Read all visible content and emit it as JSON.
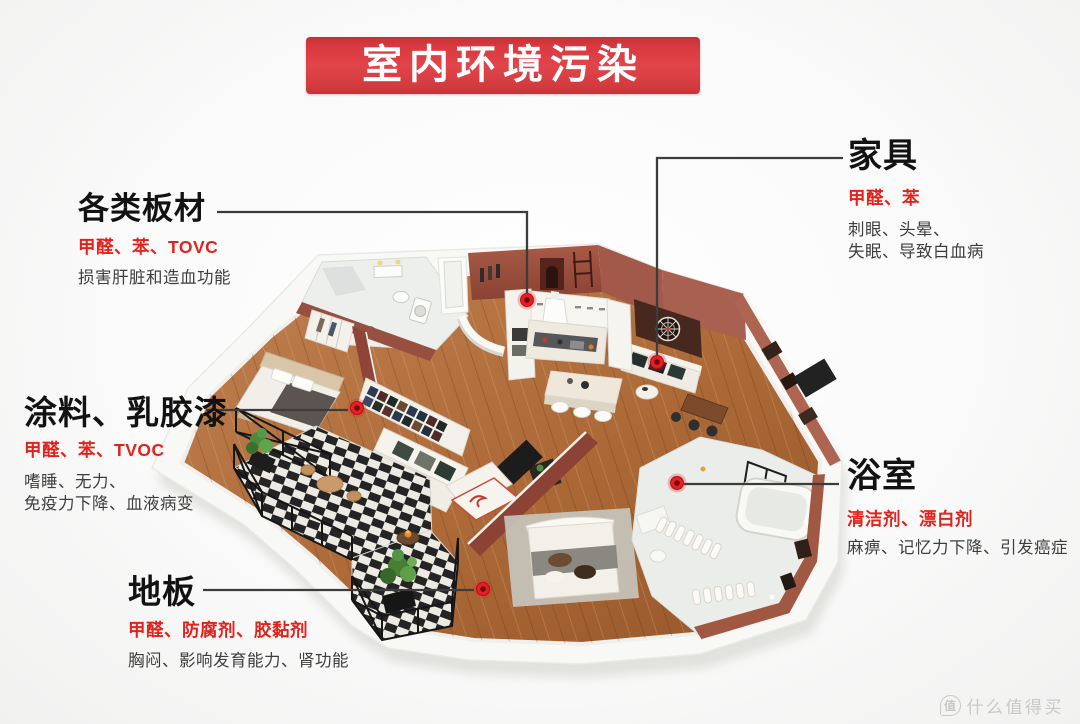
{
  "title": "室内环境污染",
  "callouts": {
    "boards": {
      "heading": "各类板材",
      "substances": "甲醛、苯、TOVC",
      "symptoms1": "损害肝脏和造血功能"
    },
    "furniture": {
      "heading": "家具",
      "substances": "甲醛、苯",
      "symptoms1": "刺眼、头晕、",
      "symptoms2": "失眠、导致白血病"
    },
    "paint": {
      "heading": "涂料、乳胶漆",
      "substances": "甲醛、苯、TVOC",
      "symptoms1": "嗜睡、无力、",
      "symptoms2": "免疫力下降、血液病变"
    },
    "bathroom": {
      "heading": "浴室",
      "substances": "清洁剂、漂白剂",
      "symptoms1": "麻痹、记忆力下降、引发癌症"
    },
    "floor": {
      "heading": "地板",
      "substances": "甲醛、防腐剂、胶黏剂",
      "symptoms1": "胸闷、影响发育能力、肾功能"
    }
  },
  "watermark": {
    "logo_char": "值",
    "text": "什么值得买"
  },
  "colors": {
    "banner_red": "#d8393f",
    "accent_red": "#e2231d",
    "heading_text": "#121212",
    "body_text": "#3e3e3e",
    "marker_red": "#e41f26",
    "callout_line": "#3c3c3c"
  }
}
